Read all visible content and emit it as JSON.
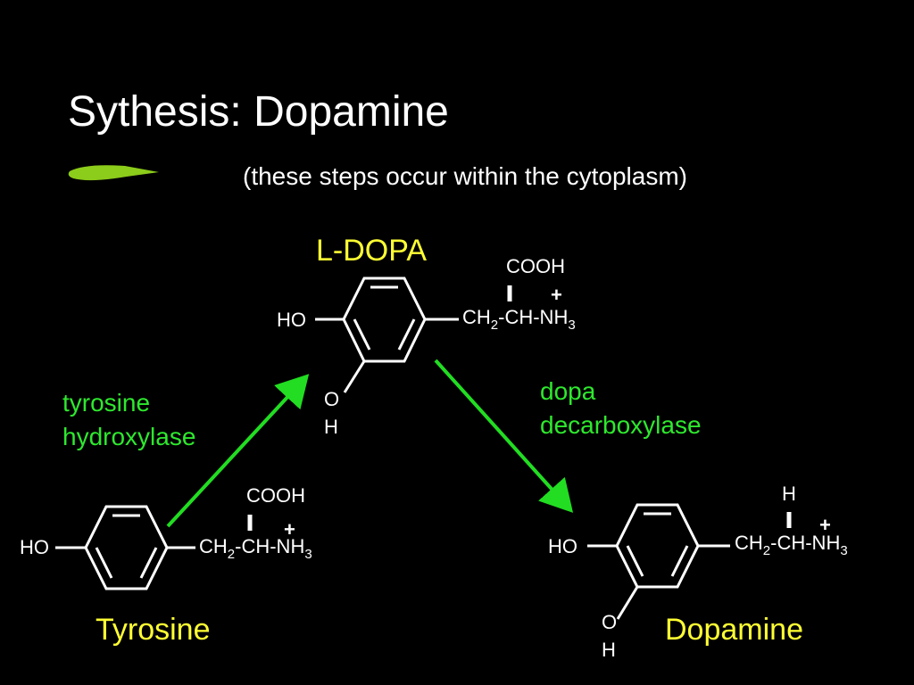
{
  "title": "Sythesis: Dopamine",
  "subtitle": "(these steps occur within the cytoplasm)",
  "colors": {
    "background": "#000000",
    "text": "#ffffff",
    "molecule_name": "#ffff33",
    "enzyme": "#2ee82e",
    "arrow": "#22dd22",
    "brush": "#8ccc1a"
  },
  "molecules": {
    "ldopa": {
      "name": "L-DOPA",
      "ho": "HO",
      "o": "O",
      "h": "H",
      "cooh": "COOH",
      "ch2": "CH",
      "sub2": "2",
      "chain": "-CH-NH",
      "sub3": "3",
      "plus": "+"
    },
    "tyrosine": {
      "name": "Tyrosine",
      "ho": "HO",
      "cooh": "COOH",
      "ch2": "CH",
      "sub2": "2",
      "chain": "-CH-NH",
      "sub3": "3",
      "plus": "+"
    },
    "dopamine": {
      "name": "Dopamine",
      "ho": "HO",
      "o": "O",
      "h": "H",
      "top_h": "H",
      "ch2": "CH",
      "sub2": "2",
      "chain": "-CH-NH",
      "sub3": "3",
      "plus": "+"
    }
  },
  "enzymes": {
    "tyrosine_hydroxylase": {
      "line1": "tyrosine",
      "line2": "hydroxylase"
    },
    "dopa_decarboxylase": {
      "line1": "dopa",
      "line2": "decarboxylase"
    }
  }
}
